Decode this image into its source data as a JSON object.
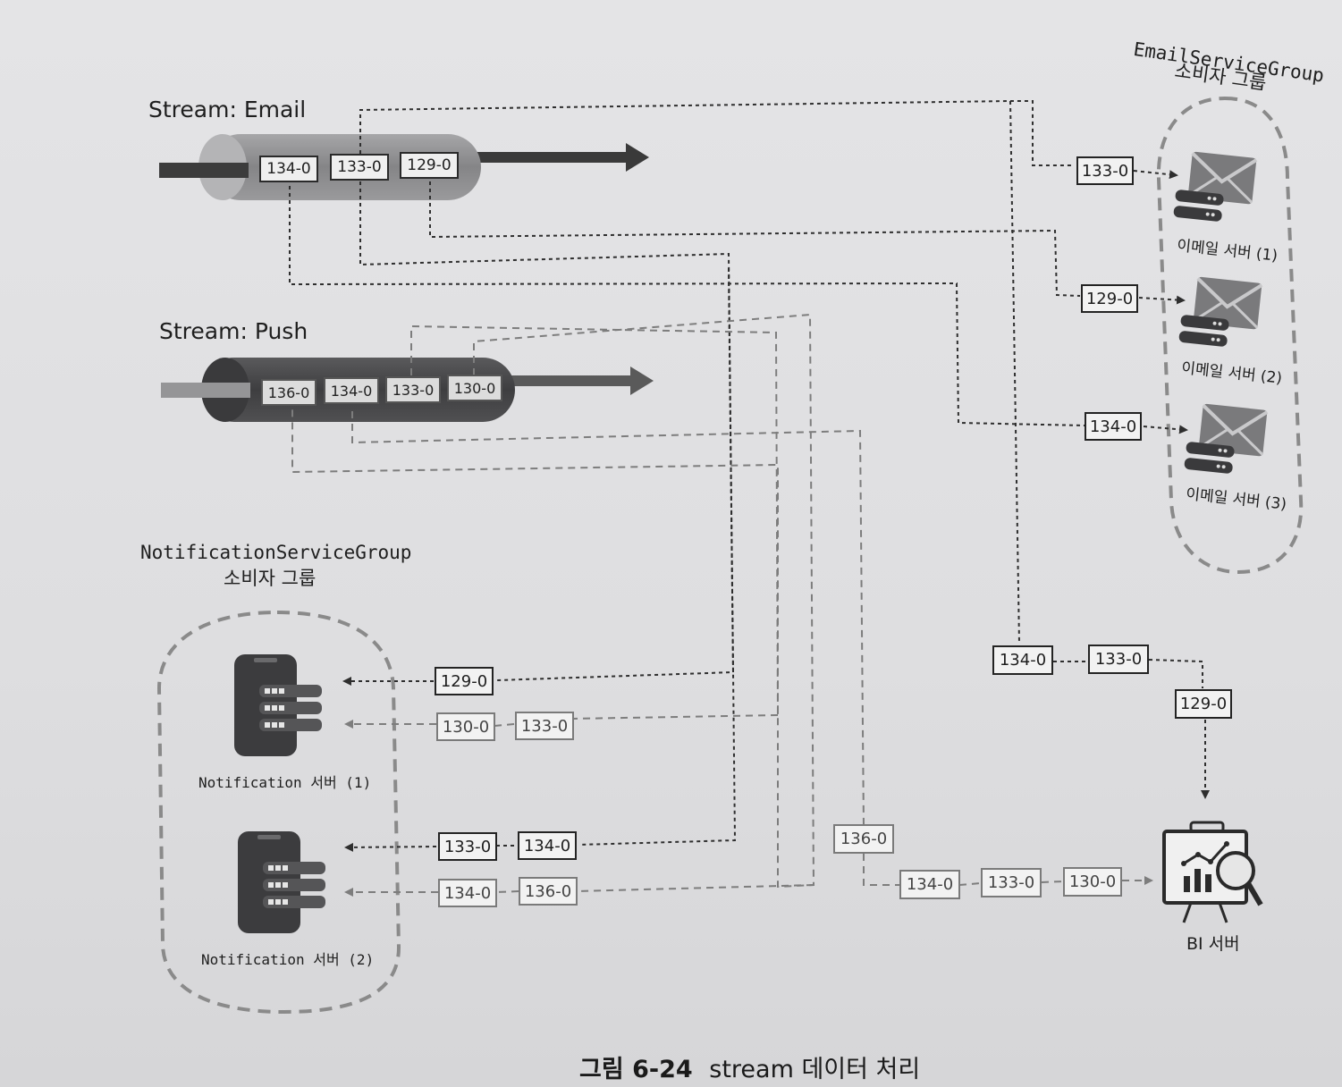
{
  "streams": {
    "email": {
      "title": "Stream: Email",
      "messages": [
        "134-0",
        "133-0",
        "129-0"
      ]
    },
    "push": {
      "title": "Stream: Push",
      "messages": [
        "136-0",
        "134-0",
        "133-0",
        "130-0"
      ]
    }
  },
  "email_group": {
    "title_line1": "EmailServiceGroup",
    "title_line2": "소비자 그룹",
    "servers": [
      {
        "label": "이메일 서버 (1)",
        "message": "133-0"
      },
      {
        "label": "이메일 서버 (2)",
        "message": "129-0"
      },
      {
        "label": "이메일 서버 (3)",
        "message": "134-0"
      }
    ]
  },
  "notification_group": {
    "title_line1": "NotificationServiceGroup",
    "title_line2": "소비자 그룹",
    "servers": [
      {
        "label": "Notification 서버 (1)",
        "email_messages": [
          "129-0"
        ],
        "push_messages": [
          "130-0",
          "133-0"
        ]
      },
      {
        "label": "Notification 서버 (2)",
        "email_messages": [
          "133-0",
          "134-0"
        ],
        "push_messages": [
          "134-0",
          "136-0"
        ]
      }
    ]
  },
  "bi": {
    "label": "BI 서버",
    "email_messages": [
      "134-0",
      "133-0",
      "129-0"
    ],
    "push_messages": [
      "136-0",
      "134-0",
      "133-0",
      "130-0"
    ]
  },
  "caption": {
    "figure": "그림 6-24",
    "text": "stream 데이터 처리"
  },
  "colors": {
    "ink": "#232323",
    "line_dark": "#2e2e2e",
    "line_grey": "#7d7d7d",
    "tube_email": "#8a8a8c",
    "tube_push": "#4a4a4c",
    "paper": "#e2e2e4"
  }
}
